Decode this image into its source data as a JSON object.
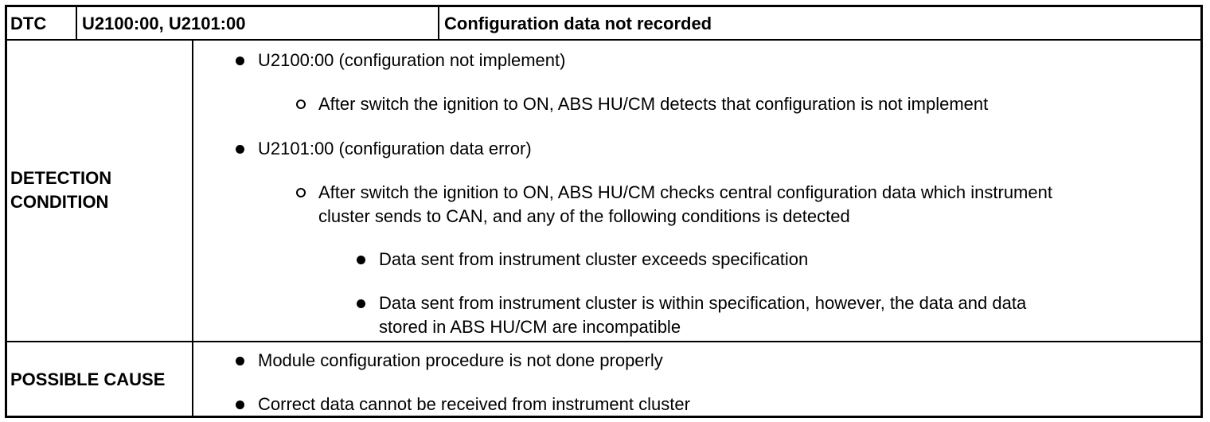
{
  "header": {
    "dtc_label": "DTC",
    "codes": "U2100:00, U2101:00",
    "description": "Configuration data not recorded"
  },
  "detection": {
    "label_line1": "DETECTION",
    "label_line2": "CONDITION",
    "item1": "U2100:00 (configuration not implement)",
    "item1_sub": "After switch the ignition to ON, ABS HU/CM detects that configuration is not implement",
    "item2": "U2101:00 (configuration data error)",
    "item2_sub_line1": "After switch the ignition to ON, ABS HU/CM checks central configuration data which instrument",
    "item2_sub_line2": "cluster sends to CAN, and any of the following conditions is detected",
    "cond1": "Data sent from instrument cluster exceeds specification",
    "cond2_line1": "Data sent from instrument cluster is within specification, however, the data and data",
    "cond2_line2": "stored in ABS HU/CM are incompatible"
  },
  "cause": {
    "label": "POSSIBLE CAUSE",
    "item1": "Module configuration procedure is not done properly",
    "item2": "Correct data cannot be received from instrument cluster"
  }
}
